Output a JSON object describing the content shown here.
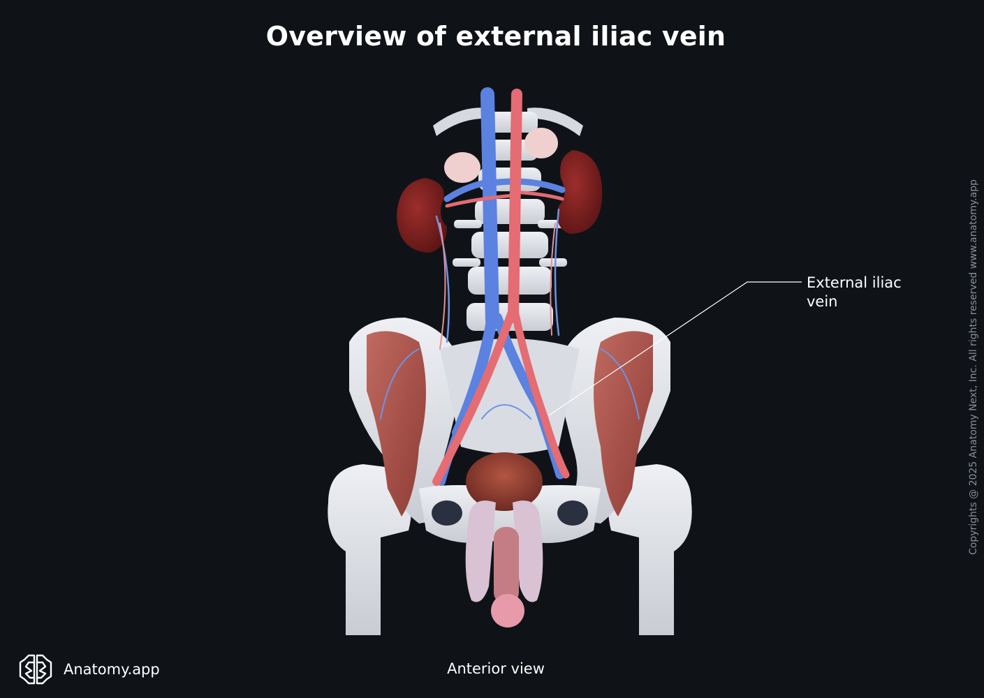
{
  "title": "Overview of external iliac vein",
  "labels": [
    {
      "id": "external-iliac-vein",
      "line1": "External iliac",
      "line2": "vein"
    }
  ],
  "view": "Anterior view",
  "brand": {
    "name": "Anatomy.app",
    "icon": "brain-icon"
  },
  "copyright": "Copyrights @ 2025 Anatomy Next, Inc. All rights reserved www.anatomy.app",
  "colors": {
    "background": "#0f1318",
    "bone": "#e4e6eb",
    "vein": "#5b82e0",
    "artery": "#e46c72",
    "muscle": "#a54d45",
    "kidney": "#7a1e1e",
    "leader_line": "#ffffff"
  }
}
